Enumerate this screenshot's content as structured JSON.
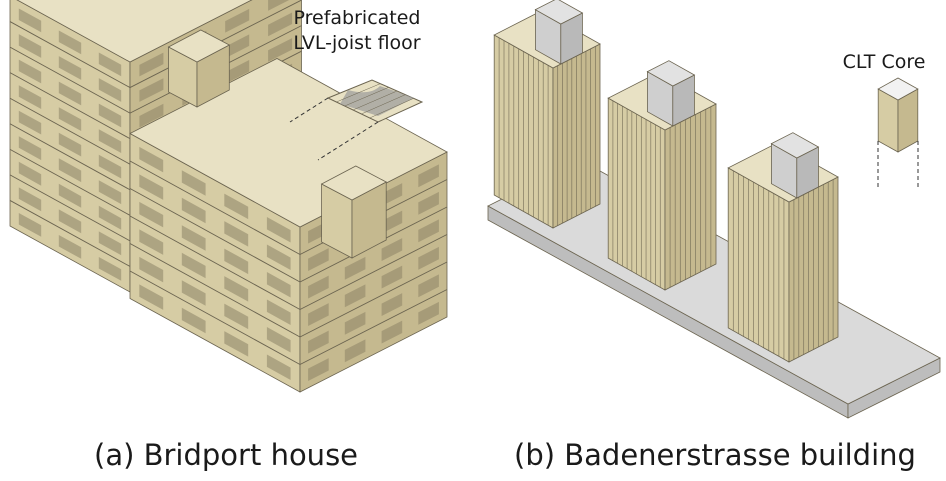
{
  "panel_a": {
    "caption": "(a) Bridport house",
    "callout_line1": "Prefabricated",
    "callout_line2": "LVL-joist floor"
  },
  "panel_b": {
    "caption": "(b) Badenerstrasse building",
    "callout": "CLT Core"
  },
  "colors": {
    "timber_top": "#e8e1c4",
    "timber_left": "#d6cca4",
    "timber_right": "#c5b98f",
    "opening": "#8c8466",
    "base_top": "#dadada",
    "base_side": "#bdbdbd",
    "core_top": "#e2e2e2",
    "core_left": "#cfcfcf",
    "core_right": "#b9b9b9",
    "outline": "#6b6450",
    "dash": "#333333"
  }
}
